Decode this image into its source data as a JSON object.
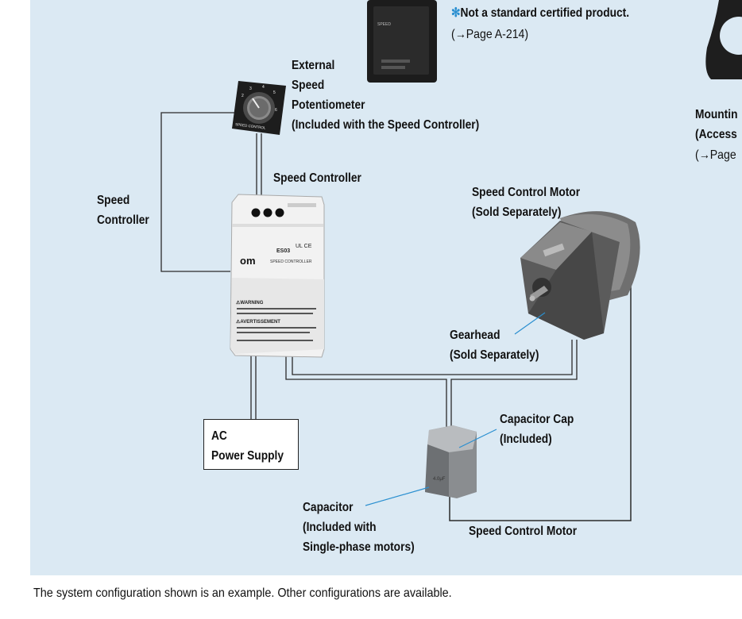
{
  "top_note": {
    "asterisk": "✻",
    "text": "Not a standard certified product.",
    "ref": "(→Page A-214)"
  },
  "labels": {
    "potentiometer": [
      "External",
      "Speed",
      "Potentiometer",
      "(Included with the Speed Controller)"
    ],
    "speed_controller_top": "Speed Controller",
    "speed_controller_left": [
      "Speed",
      "Controller"
    ],
    "motor": [
      "Speed Control Motor",
      "(Sold Separately)"
    ],
    "gearhead": [
      "Gearhead",
      "(Sold Separately)"
    ],
    "capacitor_cap": [
      "Capacitor Cap",
      "(Included)"
    ],
    "capacitor": [
      "Capacitor",
      "(Included with",
      "Single-phase motors)"
    ],
    "motor_bottom": "Speed Control Motor",
    "ac_power": [
      "AC",
      "Power Supply"
    ],
    "mounting": [
      "Mountin",
      "(Access",
      "(→Page"
    ]
  },
  "device_text": {
    "knob_label": "SPEED CONTROL",
    "controller_brand": "om",
    "controller_model": "ES03",
    "controller_name": "SPEED CONTROLLER",
    "warning": "⚠WARNING",
    "avertissement": "⚠AVERTISSEMENT",
    "ce_mark": "UL CE"
  },
  "footer": "The system configuration shown is an example. Other configurations are available.",
  "colors": {
    "panel_bg": "#dbe9f3",
    "accent_blue": "#2a8fd0",
    "wire": "#2a2a2a"
  }
}
